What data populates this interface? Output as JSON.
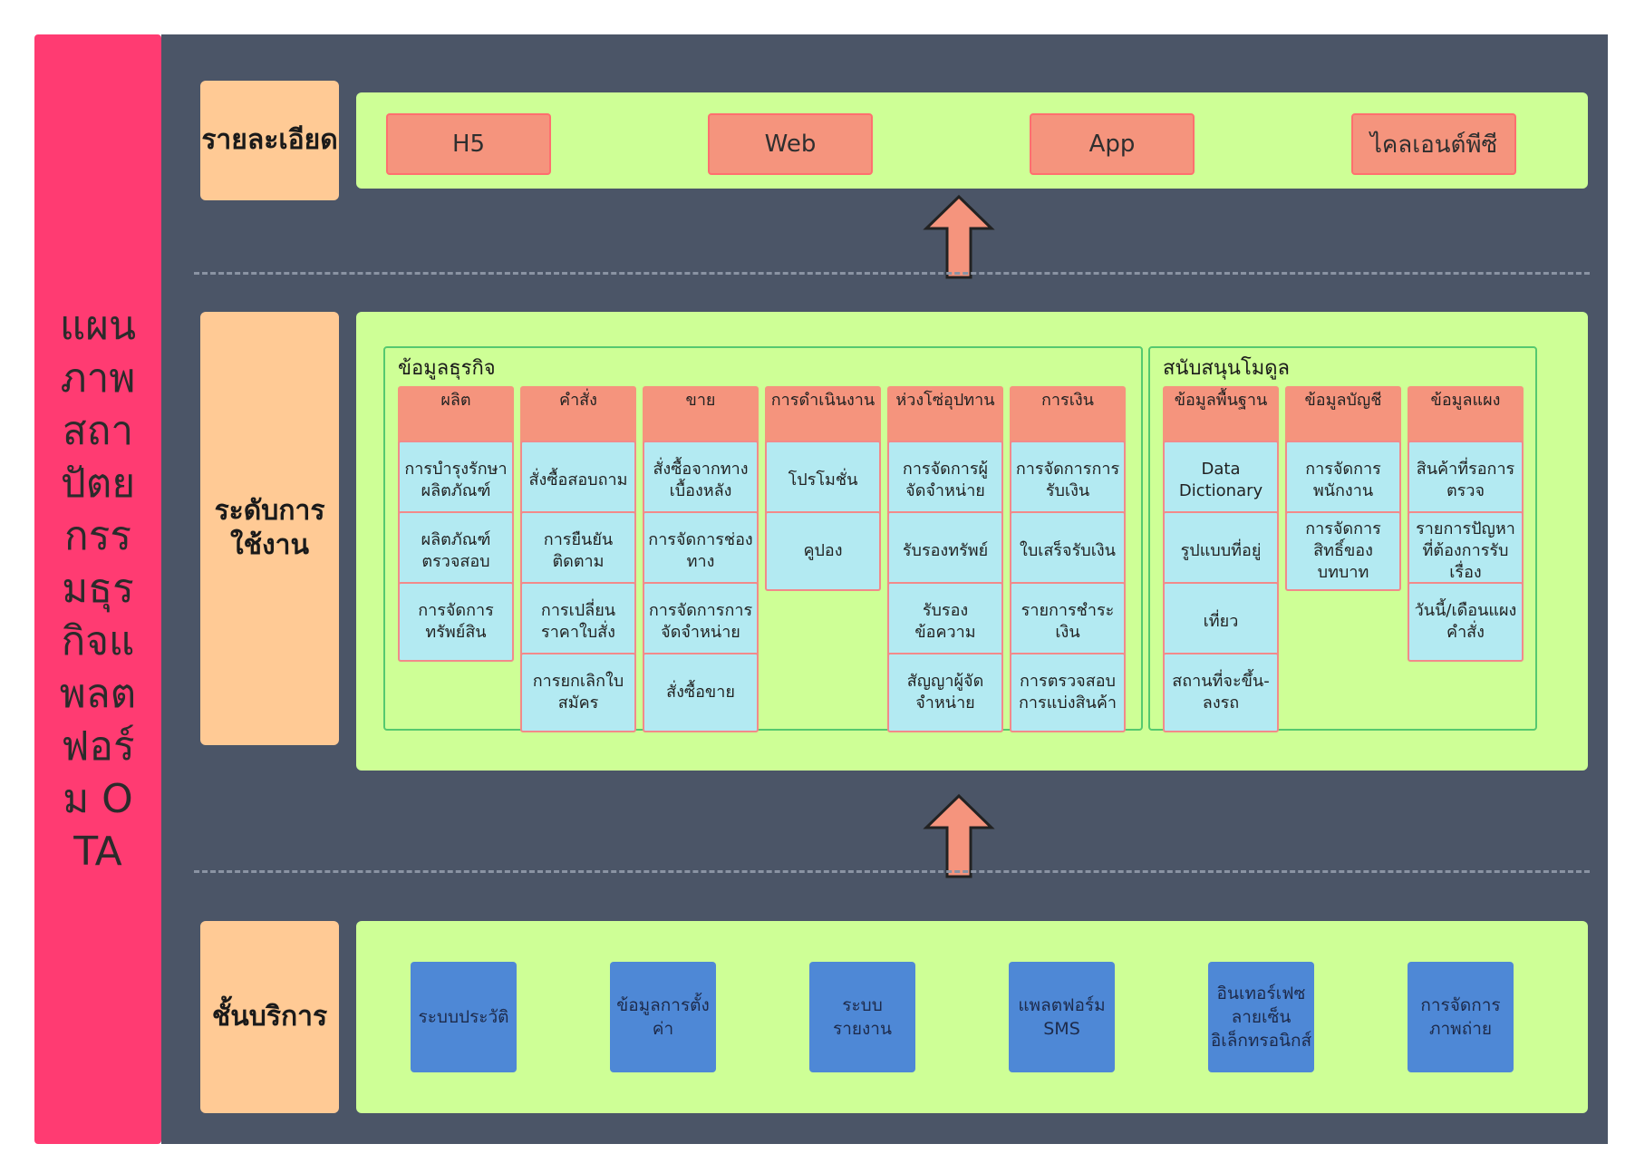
{
  "sidebar": {
    "title": "แผนภาพสถาปัตยกรรมธุรกิจแพลตฟอร์ม OTA"
  },
  "layers": {
    "detail_label": "รายละเอียด",
    "app_label": "ระดับการใช้งาน",
    "service_label": "ชั้นบริการ"
  },
  "clients": [
    "H5",
    "Web",
    "App",
    "ไคลเอนต์พีซี"
  ],
  "business_group": {
    "title": "ข้อมูลธุรกิจ",
    "columns": [
      {
        "header": "ผลิต",
        "items": [
          "การบำรุงรักษาผลิตภัณฑ์",
          "ผลิตภัณฑ์ตรวจสอบ",
          "การจัดการทรัพย์สิน"
        ]
      },
      {
        "header": "คำสั่ง",
        "items": [
          "สั่งซื้อสอบถาม",
          "การยืนยันติดตาม",
          "การเปลี่ยนราคาใบสั่ง",
          "การยกเลิกใบสมัคร"
        ]
      },
      {
        "header": "ขาย",
        "items": [
          "สั่งซื้อจากทางเบื้องหลัง",
          "การจัดการช่องทาง",
          "การจัดการการจัดจำหน่าย",
          "สั่งซื้อขาย"
        ]
      },
      {
        "header": "การดำเนินงาน",
        "items": [
          "โปรโมชั่น",
          "คูปอง"
        ]
      },
      {
        "header": "ห่วงโซ่อุปทาน",
        "items": [
          "การจัดการผู้จัดจำหน่าย",
          "รับรองทรัพย์",
          "รับรองข้อความ",
          "สัญญาผู้จัดจำหน่าย"
        ]
      },
      {
        "header": "การเงิน",
        "items": [
          "การจัดการการรับเงิน",
          "ใบเสร็จรับเงิน",
          "รายการชำระเงิน",
          "การตรวจสอบการแบ่งสินค้า"
        ]
      }
    ]
  },
  "support_group": {
    "title": "สนับสนุนโมดูล",
    "columns": [
      {
        "header": "ข้อมูลพื้นฐาน",
        "items": [
          "Data Dictionary",
          "รูปแบบที่อยู่",
          "เที่ยว",
          "สถานที่จะขึ้น-ลงรถ"
        ]
      },
      {
        "header": "ข้อมูลบัญชี",
        "items": [
          "การจัดการพนักงาน",
          "การจัดการสิทธิ์ของบทบาท"
        ]
      },
      {
        "header": "ข้อมูลแผง",
        "items": [
          "สินค้าที่รอการตรวจ",
          "รายการปัญหาที่ต้องการรับเรื่อง",
          "วันนี้/เดือนแผงคำสั่ง"
        ]
      }
    ]
  },
  "services": [
    "ระบบประวัติ",
    "ข้อมูลการตั้งค่า",
    "ระบบรายงาน",
    "แพลตฟอร์ม SMS",
    "อินเทอร์เฟซลายเซ็นอิเล็กทรอนิกส์",
    "การจัดการภาพถ่าย"
  ],
  "colors": {
    "sidebar": "#ff3b72",
    "background": "#4b5567",
    "panel": "#ceff96",
    "label": "#ffca95",
    "client": "#f5947d",
    "header": "#f5947d",
    "cell": "#b3eaf2",
    "service": "#4e88d6",
    "group_border": "#55c96f"
  }
}
